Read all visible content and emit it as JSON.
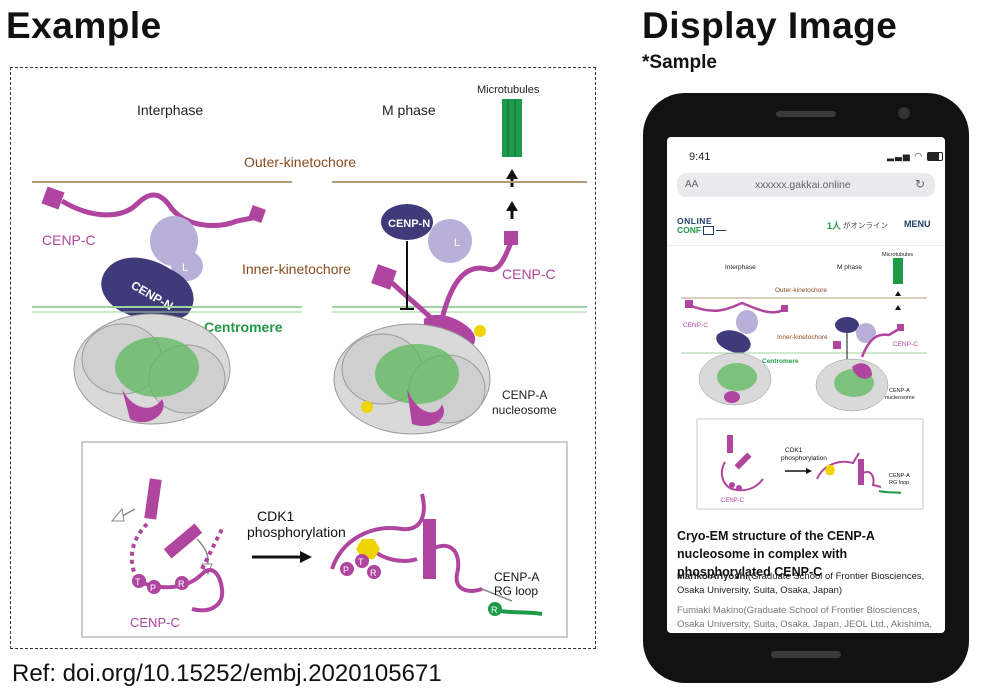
{
  "left": {
    "heading": "Example",
    "ref": "Ref: doi.org/10.15252/embj.2020105671",
    "figure": {
      "interphase": "Interphase",
      "m_phase": "M phase",
      "microtubules": "Microtubules",
      "outer_kinetochore": "Outer-kinetochore",
      "inner_kinetochore": "Inner-kinetochore",
      "centromere": "Centromere",
      "cenp_c": "CENP-C",
      "cenp_n": "CENP-N",
      "l": "L",
      "cenp_a": "CENP-A",
      "nucleosome": "nucleosome",
      "cdk1": "CDK1",
      "phosphorylation": "phosphorylation",
      "cenp_a_rg": "CENP-A",
      "rg_loop": "RG loop",
      "t": "T",
      "p": "P",
      "r": "R"
    }
  },
  "right": {
    "heading": "Display Image",
    "subheading": "*Sample",
    "phone": {
      "time": "9:41",
      "aa": "AA",
      "url": "xxxxxx.gakkai.online",
      "logo_top": "ONLINE",
      "logo_bottom": "CONF",
      "online_count": "1人",
      "online_label": "がオンライン",
      "menu": "MENU",
      "article_title": "Cryo-EM structure of the CENP-A nucleosome in complex with phosphorylated CENP-C",
      "author_main_name": "Mariko Ariyoshi",
      "author_main_affil": "(Graduate School of Frontier Biosciences, Osaka University, Suita, Osaka, Japan)",
      "author_second": "Fumiaki Makino(Graduate School of Frontier Biosciences, Osaka University, Suita, Osaka, Japan, JEOL Ltd., Akishima, Tokyo,"
    }
  },
  "colors": {
    "magenta": "#b0459f",
    "cenp_n": "#3f3a7a",
    "lavender": "#b8b0d8",
    "green": "#1f9a47",
    "brown_line": "#b79a7a",
    "brown_text": "#8a4b20",
    "yellow": "#f0d400"
  }
}
